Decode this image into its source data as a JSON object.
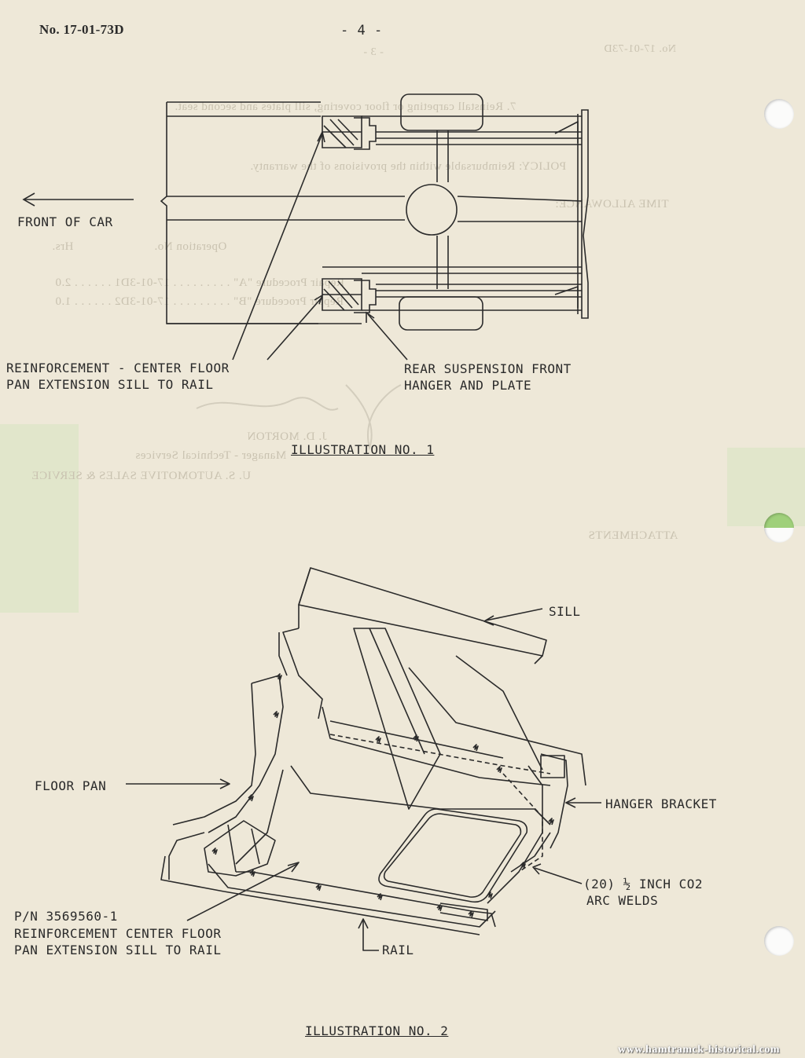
{
  "header": {
    "doc_number": "No. 17-01-73D",
    "page_number": "- 4 -"
  },
  "illustration1": {
    "label_front": "FRONT OF CAR",
    "label_reinforcement": [
      "REINFORCEMENT - CENTER FLOOR",
      "PAN EXTENSION SILL TO RAIL"
    ],
    "label_hanger": [
      "REAR SUSPENSION FRONT",
      "HANGER AND PLATE"
    ],
    "caption": "ILLUSTRATION NO. 1"
  },
  "illustration2": {
    "label_sill": "SILL",
    "label_floor_pan": "FLOOR PAN",
    "label_hanger_bracket": "HANGER BRACKET",
    "label_welds": [
      "(20) ½ INCH CO2",
      "ARC WELDS"
    ],
    "label_part": [
      "P/N 3569560-1",
      "REINFORCEMENT CENTER FLOOR",
      "PAN EXTENSION SILL TO RAIL"
    ],
    "label_rail": "RAIL",
    "caption": "ILLUSTRATION NO. 2"
  },
  "footer": {
    "watermark": "www.hamtramck-historical.com"
  },
  "bleed_through": {
    "doc_number": "No. 17-01-73D",
    "page_number": "- 3 -",
    "item7": "7.  Reinstall carpeting or floor covering, sill plates and second seat.",
    "policy": "POLICY:  Reimbursable within the provisions of the warranty.",
    "time": "TIME ALLOWANCE:",
    "col_op": "Operation No.",
    "col_hrs": "Hrs.",
    "row1": "Repair Procedure \"A\" . . . . . . . . . 17-01-3D1 . . . . . . 2.0",
    "row2": "Repair Procedure \"B\" . . . . . . . . . 17-01-3D2 . . . . . . 1.0",
    "signer": "J. D. MORTON",
    "signer_title": "Manager - Technical Services",
    "signer_org": "U. S. AUTOMOTIVE SALES & SERVICE",
    "attachments": "ATTACHMENTS"
  }
}
